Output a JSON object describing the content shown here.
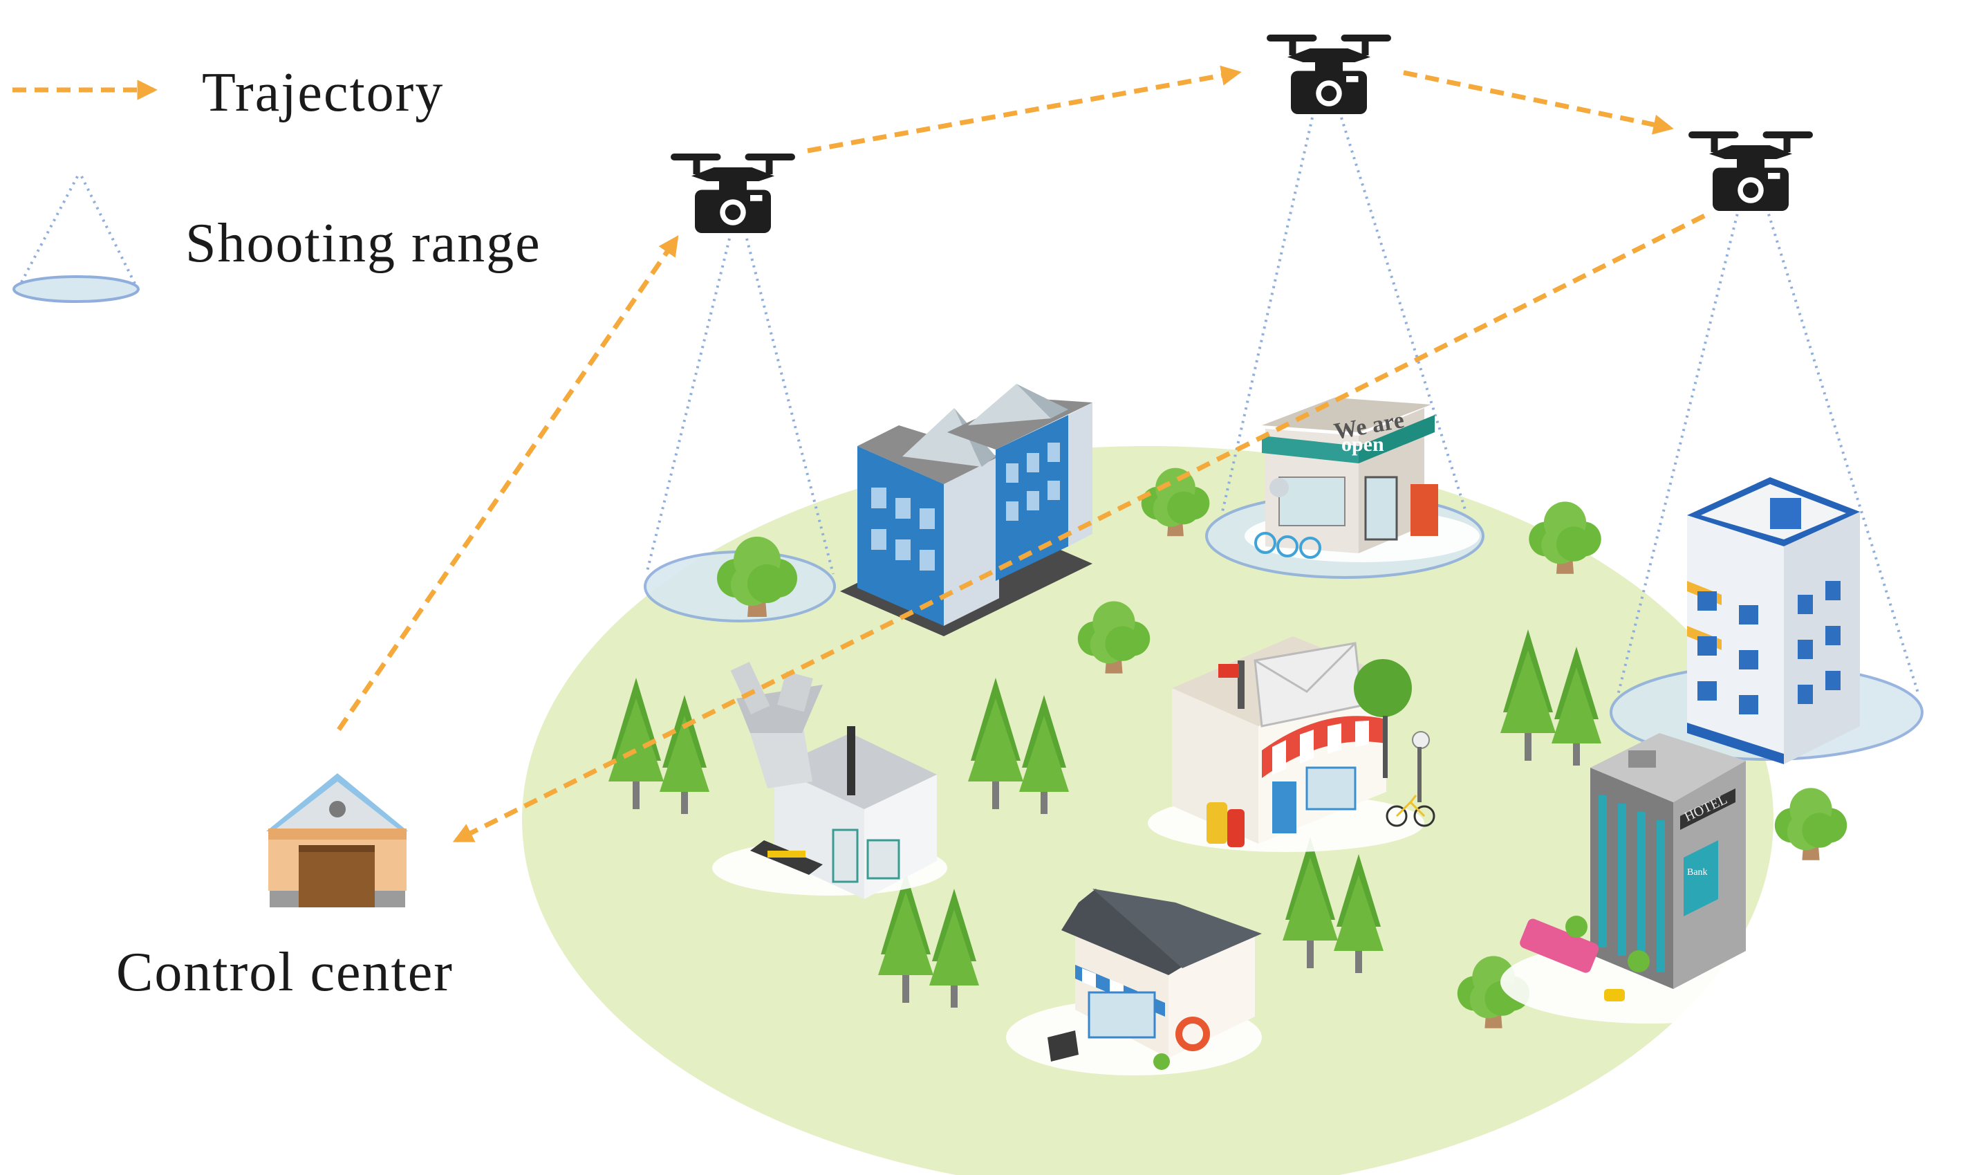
{
  "legend": {
    "trajectory_label": "Trajectory",
    "shooting_range_label": "Shooting range"
  },
  "control_center": {
    "label": "Control center"
  },
  "shops": {
    "cafe_sign": "We are",
    "open_sign": "open",
    "hotel_sign": "HOTEL",
    "bank_sign": "Bank"
  },
  "colors": {
    "trajectory": "#f5a93a",
    "range_line": "#8faedc",
    "range_fill": "#d8e8f0",
    "ground": "#e4efc4",
    "tree_light": "#7cc24a",
    "tree_dark": "#5aa632",
    "drone": "#1e1e1e"
  },
  "icons": {
    "drone": "drone-camera-icon",
    "control_center": "warehouse-icon",
    "tree": "tree-icon",
    "pine": "pine-tree-icon",
    "office": "office-building-icon",
    "shop": "shop-open-icon",
    "apartment": "apartment-building-icon",
    "factory": "factory-icon",
    "post_office": "post-office-icon",
    "cafe": "cafe-house-icon",
    "hotel": "hotel-building-icon"
  }
}
